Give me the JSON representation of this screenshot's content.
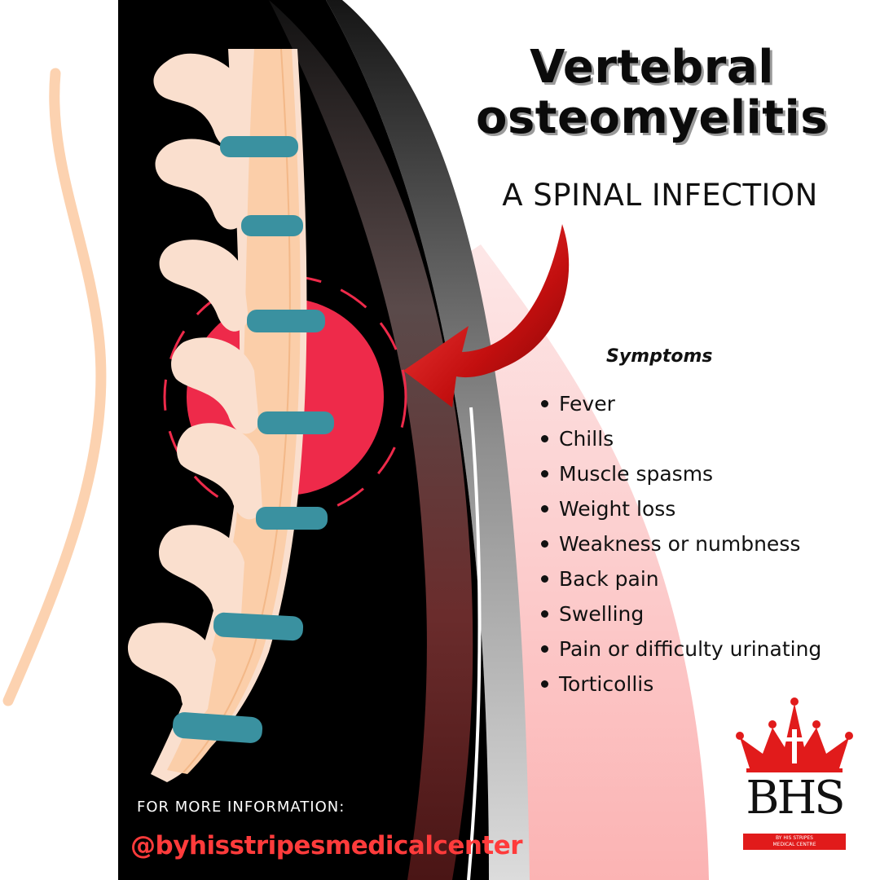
{
  "title": {
    "line1": "Vertebral",
    "line2": "osteomyelitis"
  },
  "subtitle": "A SPINAL INFECTION",
  "symptoms": {
    "heading": "Symptoms",
    "items": [
      "Fever",
      "Chills",
      "Muscle spasms",
      "Weight loss",
      "Weakness or numbness",
      "Back pain",
      "Swelling",
      "Pain or difficulty urinating",
      "Torticollis"
    ]
  },
  "footer": {
    "more_info": "FOR MORE INFORMATION:",
    "handle": "@byhisstripesmedicalcenter"
  },
  "logo": {
    "letters": "BHS",
    "band_line1": "BY HIS STRIPES",
    "band_line2": "MEDICAL CENTRE"
  },
  "colors": {
    "infection_red": "#ee2a4a",
    "disc_teal": "#3a91a0",
    "bone": "#fadfce",
    "panel": "#000000",
    "accent_red": "#e11b1b"
  }
}
